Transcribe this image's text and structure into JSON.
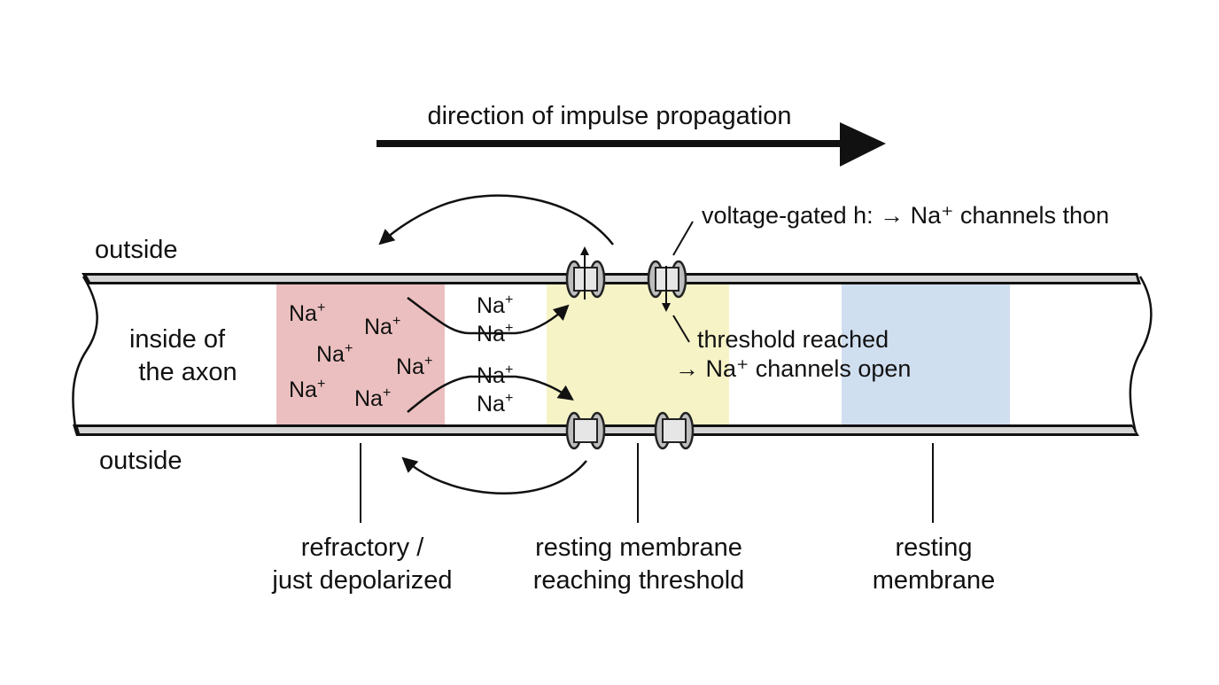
{
  "header": {
    "direction_label": "direction of impulse propagation"
  },
  "labels": {
    "outside_top": "outside",
    "outside_bottom": "outside",
    "inside_line1": "inside of",
    "inside_line2": "the axon"
  },
  "zones": [
    {
      "id": "refractory",
      "color": "#e8b4b4",
      "label_line1": "refractory /",
      "label_line2": "just depolarized"
    },
    {
      "id": "threshold",
      "color": "#f5f2c4",
      "label_line1": "resting membrane",
      "label_line2": "reaching threshold"
    },
    {
      "id": "resting",
      "color": "#cdddef",
      "label_line1": "resting",
      "label_line2": "membrane"
    }
  ],
  "ions": {
    "symbol": "Na",
    "charge": "+"
  },
  "annotations": {
    "voltage_gated": "voltage-gated h: → Na⁺ channels thon",
    "threshold_line1": "threshold reached",
    "threshold_line2": "→ Na⁺ channels open"
  },
  "colors": {
    "refractory": "#e8b4b4",
    "threshold": "#f5f2c4",
    "resting": "#cdddef",
    "stroke": "#111111"
  }
}
